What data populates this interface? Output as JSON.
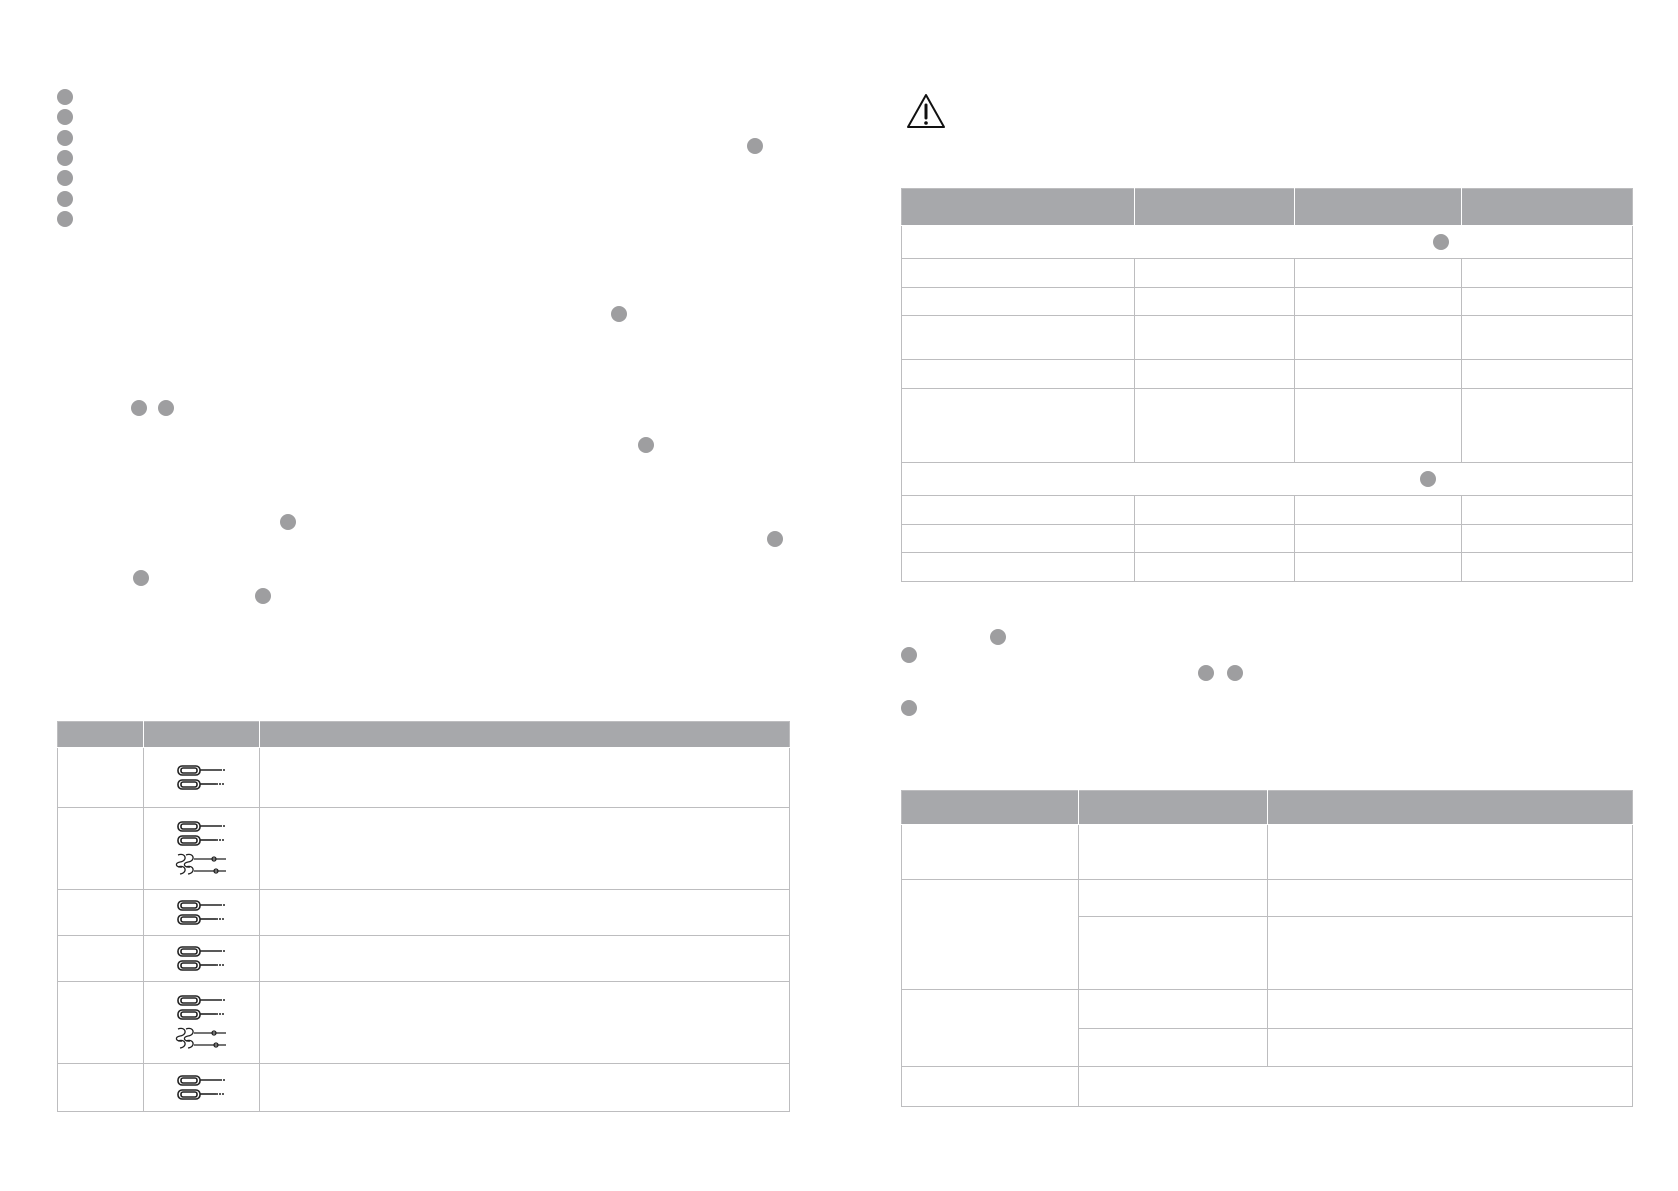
{
  "left_page": {
    "part_markers": [
      "",
      "",
      "",
      "",
      "",
      "",
      ""
    ],
    "speed_table": {
      "headers": [
        "",
        "",
        ""
      ],
      "rows": [
        {
          "speed": "",
          "tools": [
            "beater"
          ],
          "description": ""
        },
        {
          "speed": "",
          "tools": [
            "beater",
            "hook"
          ],
          "description": ""
        },
        {
          "speed": "",
          "tools": [
            "beater"
          ],
          "description": ""
        },
        {
          "speed": "",
          "tools": [
            "beater"
          ],
          "description": ""
        },
        {
          "speed": "",
          "tools": [
            "beater",
            "hook"
          ],
          "description": ""
        },
        {
          "speed": "",
          "tools": [
            "beater"
          ],
          "description": ""
        }
      ]
    }
  },
  "right_page": {
    "warning_icon": "warning-triangle-icon",
    "processing_table": {
      "headers": [
        "",
        "",
        "",
        ""
      ],
      "section_1_title": "",
      "section_1_rows": [
        [
          "",
          "",
          "",
          ""
        ],
        [
          "",
          "",
          "",
          ""
        ],
        [
          "",
          "",
          "",
          ""
        ],
        [
          "",
          "",
          "",
          ""
        ],
        [
          "",
          "",
          "",
          ""
        ]
      ],
      "section_2_title": "",
      "section_2_rows": [
        [
          "",
          "",
          "",
          ""
        ],
        [
          "",
          "",
          "",
          ""
        ],
        [
          "",
          "",
          "",
          ""
        ]
      ]
    },
    "troubleshooting_table": {
      "headers": [
        "",
        "",
        ""
      ],
      "rows": [
        {
          "problem": "",
          "cause": "",
          "solution": ""
        },
        {
          "problem": "",
          "cause": "",
          "solution": ""
        },
        {
          "problem": "",
          "cause": "",
          "solution": ""
        },
        {
          "problem": "",
          "cause": "",
          "solution": ""
        },
        {
          "problem": "",
          "cause": "",
          "solution": ""
        },
        {
          "problem": "",
          "note": ""
        }
      ]
    }
  },
  "colors": {
    "marker_gray": "#9e9ea0",
    "header_gray": "#a7a8ab",
    "border_gray": "#bdbdbf"
  }
}
